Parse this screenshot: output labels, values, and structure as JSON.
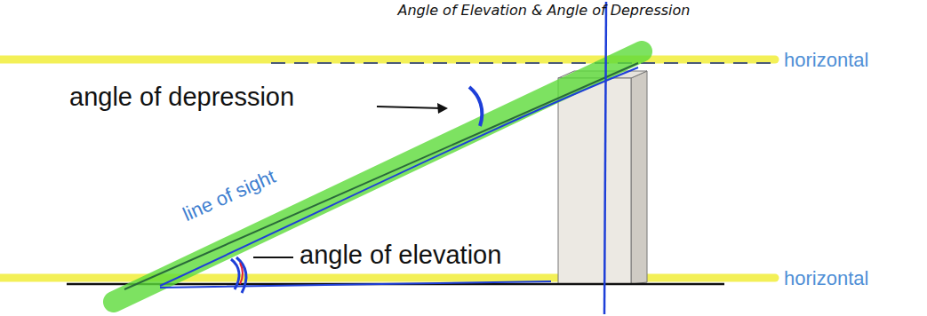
{
  "diagram": {
    "title": "Angle of Elevation & Angle of Depression",
    "labels": [
      "angle of depression",
      "line of sight",
      "angle of elevation",
      "horizontal",
      "horizontal"
    ]
  }
}
